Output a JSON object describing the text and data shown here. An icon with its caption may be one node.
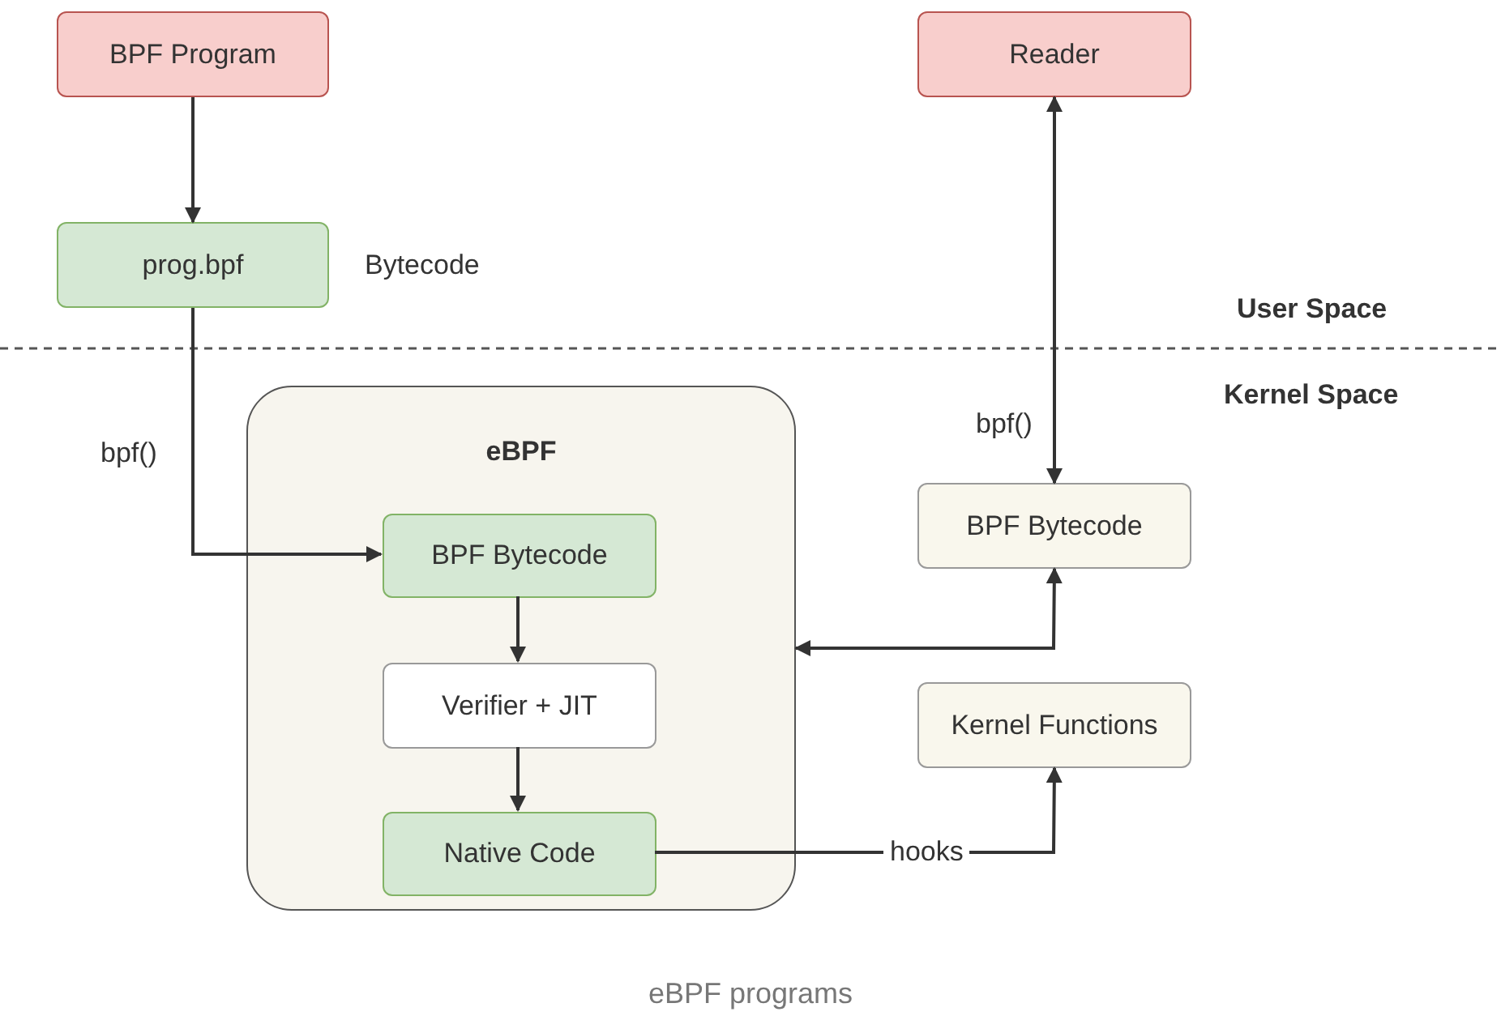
{
  "diagram": {
    "caption": "eBPF programs",
    "nodes": [
      {
        "text": [
          "BPF Program"
        ]
      },
      {
        "text": [
          "prog.bpf"
        ],
        "beside": [
          "Bytecode"
        ]
      },
      {
        "text": [
          "Reader"
        ]
      },
      {
        "text": [
          "eBPF"
        ]
      },
      {
        "text": [
          "BPF Bytecode"
        ],
        "in": 3
      },
      {
        "text": [
          "Verifier + JIT"
        ],
        "in": 3
      },
      {
        "text": [
          "Native Code"
        ],
        "in": 3
      },
      {
        "text": [
          "BPF Bytecode"
        ]
      },
      {
        "text": [
          "Kernel Functions"
        ]
      }
    ],
    "edges": [
      {
        "from": 0,
        "to": 1,
        "arrow": "to"
      },
      {
        "from": 1,
        "to": 4,
        "arrow": "to",
        "label": "bpf()"
      },
      {
        "from": 2,
        "to": 7,
        "arrow": "both",
        "label": "bpf()"
      },
      {
        "from": 3,
        "to": 7,
        "arrow": "both"
      },
      {
        "from": 4,
        "to": 5,
        "arrow": "to"
      },
      {
        "from": 5,
        "to": 6,
        "arrow": "to"
      },
      {
        "from": 6,
        "to": 8,
        "arrow": "to",
        "label": "hooks"
      }
    ],
    "labels": [
      "User Space",
      "Kernel Space"
    ]
  }
}
